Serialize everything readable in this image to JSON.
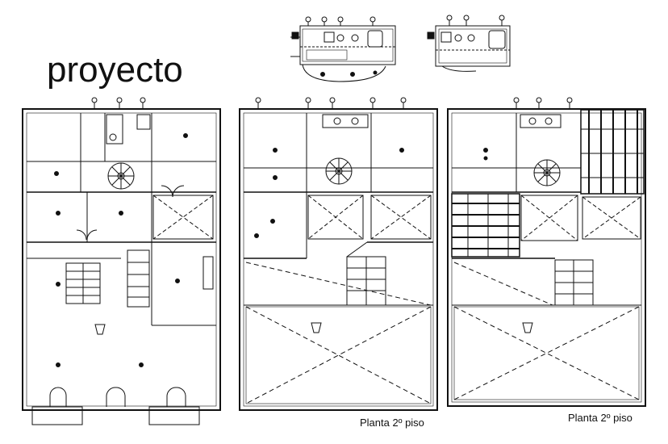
{
  "header": {
    "title": "proyecto"
  },
  "captions": {
    "middle": "Planta 2º piso",
    "right": "Planta 2º piso"
  },
  "colors": {
    "line": "#111111",
    "background": "#ffffff"
  },
  "icons": [
    "staircase-icon",
    "toilet-icon",
    "sink-icon",
    "bathtub-icon",
    "ceiling-light-icon",
    "plant-icon",
    "door-swing-icon"
  ]
}
